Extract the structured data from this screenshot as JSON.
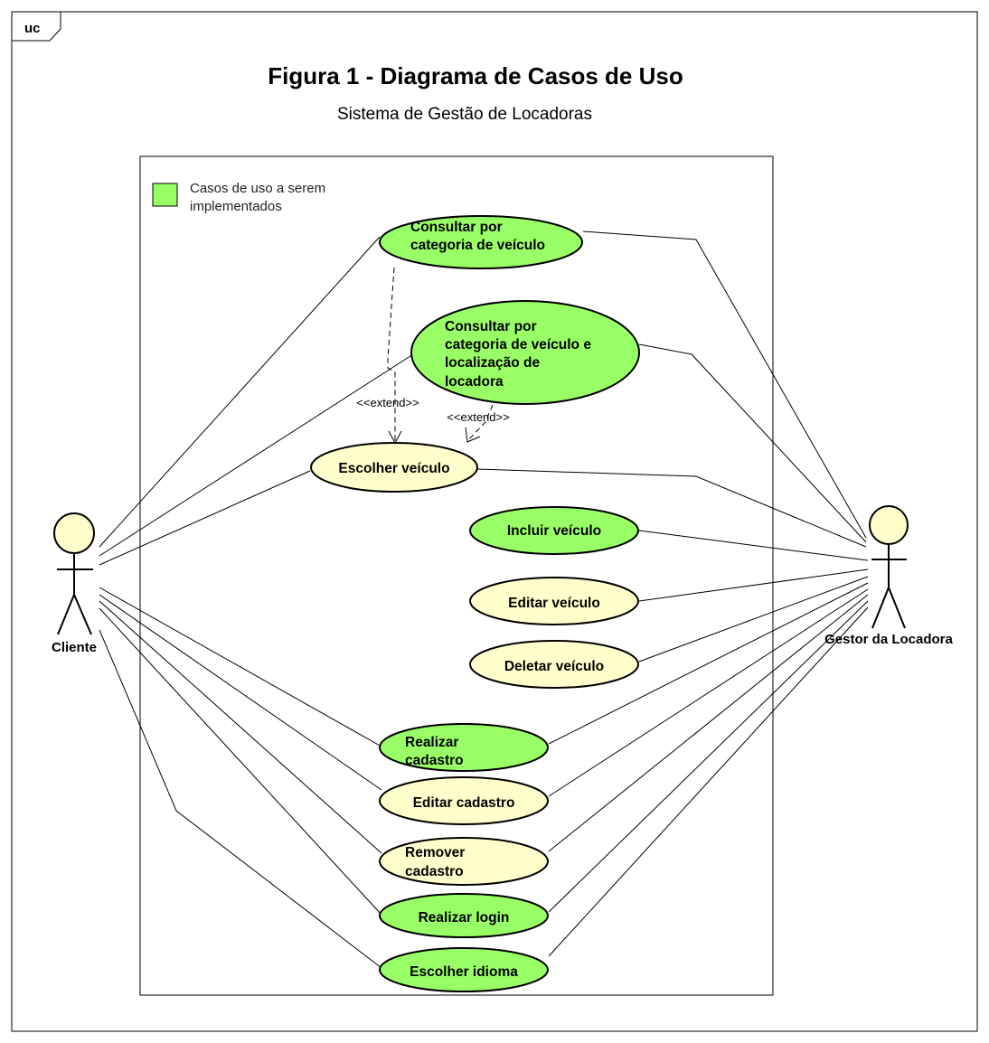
{
  "frame": {
    "tag": "uc"
  },
  "title": "Figura 1 - Diagrama de Casos de Uso",
  "subtitle": "Sistema de Gestão de Locadoras",
  "legend": {
    "lines": [
      "Casos de uso a serem",
      "implementados"
    ],
    "color": "#99ff66"
  },
  "colors": {
    "implemented": "#99ff66",
    "not_implemented": "#ffffcc",
    "actor_fill": "#ffffcc",
    "line": "#000000"
  },
  "actors": {
    "cliente": "Cliente",
    "gestor": "Gestor da Locadora"
  },
  "use_cases": {
    "consultar_categoria": [
      "Consultar por",
      "categoria de veículo"
    ],
    "consultar_localizacao": [
      "Consultar por",
      "categoria de veículo e",
      "localização de",
      "locadora"
    ],
    "escolher_veiculo": [
      "Escolher veículo"
    ],
    "incluir_veiculo": [
      "Incluir veículo"
    ],
    "editar_veiculo": [
      "Editar veículo"
    ],
    "deletar_veiculo": [
      "Deletar veículo"
    ],
    "realizar_cadastro": [
      "Realizar",
      "cadastro"
    ],
    "editar_cadastro": [
      "Editar cadastro"
    ],
    "remover_cadastro": [
      "Remover",
      "cadastro"
    ],
    "realizar_login": [
      "Realizar login"
    ],
    "escolher_idioma": [
      "Escolher idioma"
    ]
  },
  "extend_label": "<<extend>>"
}
